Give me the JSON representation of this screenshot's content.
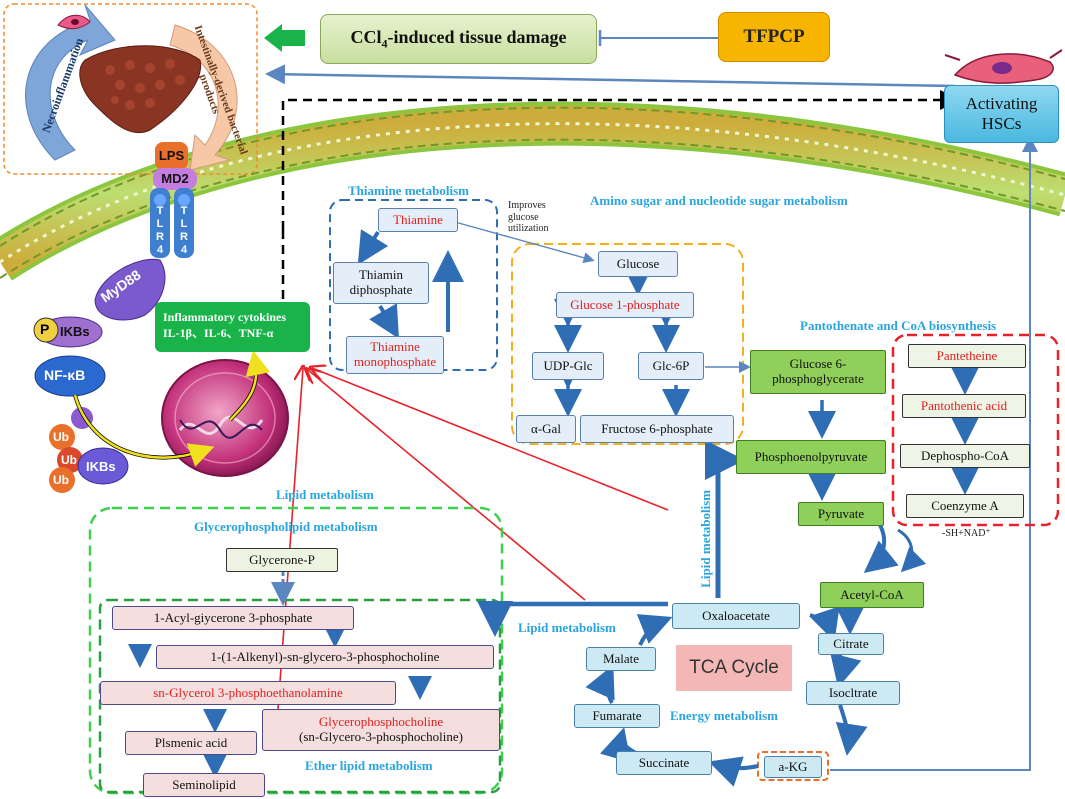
{
  "top": {
    "ccl4_prefix": "CCl",
    "ccl4_sub": "4",
    "ccl4_suffix": "-induced tissue damage",
    "tfpcp": "TFPCP",
    "activating_hscs": "Activating HSCs"
  },
  "liver_panel": {
    "left_arc": "Necroinflammation",
    "right_arc": "Intestinally-derived bacterial products"
  },
  "receptor": {
    "lps": "LPS",
    "md2": "MD2",
    "tlr_letters": [
      "T",
      "L",
      "R",
      "4"
    ],
    "myd88": "MyD88",
    "p": "P",
    "ikbs": "IKBs",
    "nfkb": "NF-κB",
    "ub": "Ub",
    "ikbs2": "IKBs",
    "cyto_title": "Inflammatory cytokines",
    "cyto_list": "IL-1β、IL-6、TNF-α"
  },
  "thiamine": {
    "title": "Thiamine metabolism",
    "thiamine": "Thiamine",
    "diphosphate": "Thiamin diphosphate",
    "monophosphate": "Thiamine monophosphate",
    "note": "Improves glucose utilization"
  },
  "amino_sugar": {
    "title": "Amino sugar and nucleotide sugar metabolism",
    "glucose": "Glucose",
    "g1p": "Glucose 1-phosphate",
    "udpglc": "UDP-Glc",
    "glc6p": "Glc-6P",
    "agal": "α-Gal",
    "f6p": "Fructose 6-phosphate"
  },
  "glycolysis": {
    "g6pg": "Glucose 6-phosphoglycerate",
    "pep": "Phosphoenolpyruvate",
    "pyruvate": "Pyruvate",
    "acetyl": "Acetyl-CoA"
  },
  "pantothenate": {
    "title": "Pantothenate and CoA biosynthesis",
    "pantetheine": "Pantetheine",
    "pantothenic": "Pantothenic acid",
    "dephospho": "Dephospho-CoA",
    "coa": "Coenzyme A",
    "note": "-SH+NAD⁺"
  },
  "tca": {
    "title": "TCA Cycle",
    "oxaloacetate": "Oxaloacetate",
    "citrate": "Citrate",
    "isocitrate": "Isocltrate",
    "akg": "a-KG",
    "succinate": "Succinate",
    "fumarate": "Fumarate",
    "malate": "Malate"
  },
  "labels": {
    "lipid_metabolism": "Lipid metabolism",
    "lipid_vertical": "Lipid metabolism",
    "lipid_left": "Lipid metabolism",
    "energy": "Energy metabolism"
  },
  "glycero": {
    "title": "Glycerophospholipid metabolism",
    "glycerone": "Glycerone-P",
    "acyl": "1-Acyl-giycerone 3-phosphate",
    "alkenyl": "1-(1-Alkenyl)-sn-glycero-3-phosphocholine",
    "sng3pe": "sn-Glycerol 3-phosphoethanolamine",
    "gpc1": "Glycerophosphocholine",
    "gpc2": "(sn-Glycero-3-phosphocholine)",
    "plsmenic": "Plsmenic acid",
    "seminolipid": "Seminolipid",
    "ether": "Ether lipid metabolism"
  },
  "colors": {
    "accent_blue": "#2aa5de",
    "red_metabolite": "#e02020",
    "membrane_green": "#8cc63f",
    "tfpcp_orange": "#f7b500"
  }
}
